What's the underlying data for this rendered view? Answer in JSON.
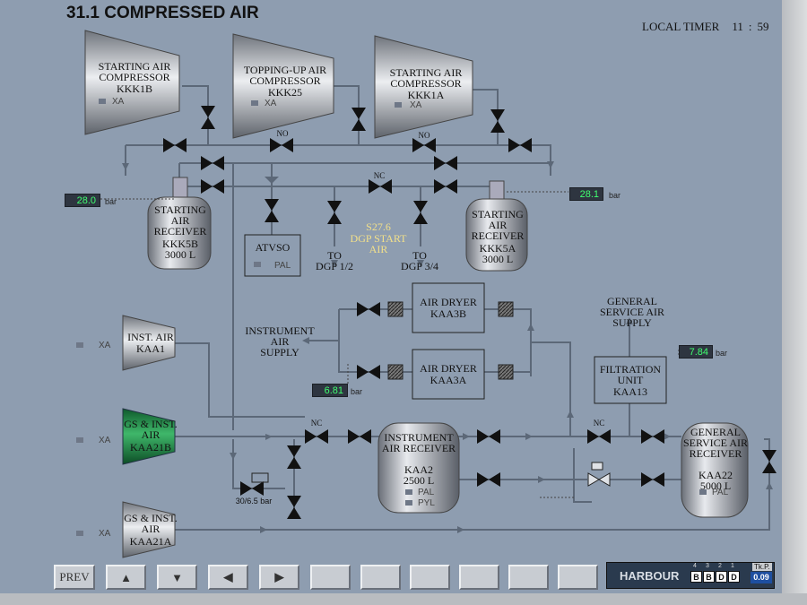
{
  "screen_title": "31.1 COMPRESSED AIR",
  "local_timer": {
    "label": "LOCAL TIMER",
    "hours": "11",
    "sep": ":",
    "minutes": "59"
  },
  "compressors": [
    {
      "name": "STARTING AIR COMPRESSOR",
      "id": "KKK1B",
      "alarm": "XA"
    },
    {
      "name": "TOPPING-UP AIR COMPRESSOR",
      "id": "KKK25",
      "alarm": "XA"
    },
    {
      "name": "STARTING AIR COMPRESSOR",
      "id": "KKK1A",
      "alarm": "XA"
    },
    {
      "name": "INST. AIR",
      "id": "KAA1",
      "alarm": "XA"
    },
    {
      "name": "GS & INST. AIR",
      "id": "KAA21B",
      "alarm": "XA",
      "running": true
    },
    {
      "name": "GS & INST. AIR",
      "id": "KAA21A",
      "alarm": "XA"
    }
  ],
  "receivers": [
    {
      "name": "STARTING AIR RECEIVER",
      "id": "KKK5B",
      "volume": "3000 L",
      "pressure": "28.0",
      "unit": "bar"
    },
    {
      "name": "STARTING AIR RECEIVER",
      "id": "KKK5A",
      "volume": "3000 L",
      "pressure": "28.1",
      "unit": "bar"
    },
    {
      "name": "INSTRUMENT AIR RECEIVER",
      "id": "KAA2",
      "volume": "2500 L",
      "alarms": [
        "PAL",
        "PYL"
      ]
    },
    {
      "name": "GENERAL SERVICE AIR RECEIVER",
      "id": "KAA22",
      "volume": "5000 L",
      "alarms": [
        "PAL"
      ]
    }
  ],
  "valve_states": {
    "no_1": "NO",
    "no_2": "NO",
    "nc_1": "NC",
    "nc_2": "NC",
    "nc_3": "NC"
  },
  "atvso": {
    "label": "ATVSO",
    "alarm": "PAL"
  },
  "dgp_outlets": {
    "left": "TO\nDGP 1/2",
    "right": "TO\nDGP 3/4"
  },
  "dgp_start_air": {
    "code": "S27.6",
    "label": "DGP START\nAIR"
  },
  "dryers": [
    {
      "name": "AIR DRYER",
      "id": "KAA3B"
    },
    {
      "name": "AIR DRYER",
      "id": "KAA3A"
    }
  ],
  "instrument_air_supply": {
    "label": "INSTRUMENT\nAIR\nSUPPLY",
    "pressure": "6.81",
    "unit": "bar"
  },
  "general_service_air_supply": {
    "label": "GENERAL\nSERVICE AIR\nSUPPLY",
    "pressure": "7.84",
    "unit": "bar"
  },
  "filtration_unit": {
    "name": "FILTRATION\nUNIT",
    "id": "KAA13"
  },
  "reducing_valve": {
    "label": "30/6.5 bar"
  },
  "nav_buttons": {
    "prev": "PREV",
    "up": "▲",
    "down": "▼",
    "left": "◀",
    "right": "▶"
  },
  "status": {
    "mode": "HARBOUR",
    "numbers": [
      "4",
      "3",
      "2",
      "1"
    ],
    "letters": [
      "B",
      "B",
      "D",
      "D"
    ],
    "tkp_label": "Tk.P.",
    "tkp_value": "0.09"
  },
  "colors": {
    "background": "#8e9db0",
    "pipe": "#5c6878",
    "running": "#1f8a47",
    "readout_text": "#40ff70",
    "yellow_text": "#f2e08a"
  }
}
